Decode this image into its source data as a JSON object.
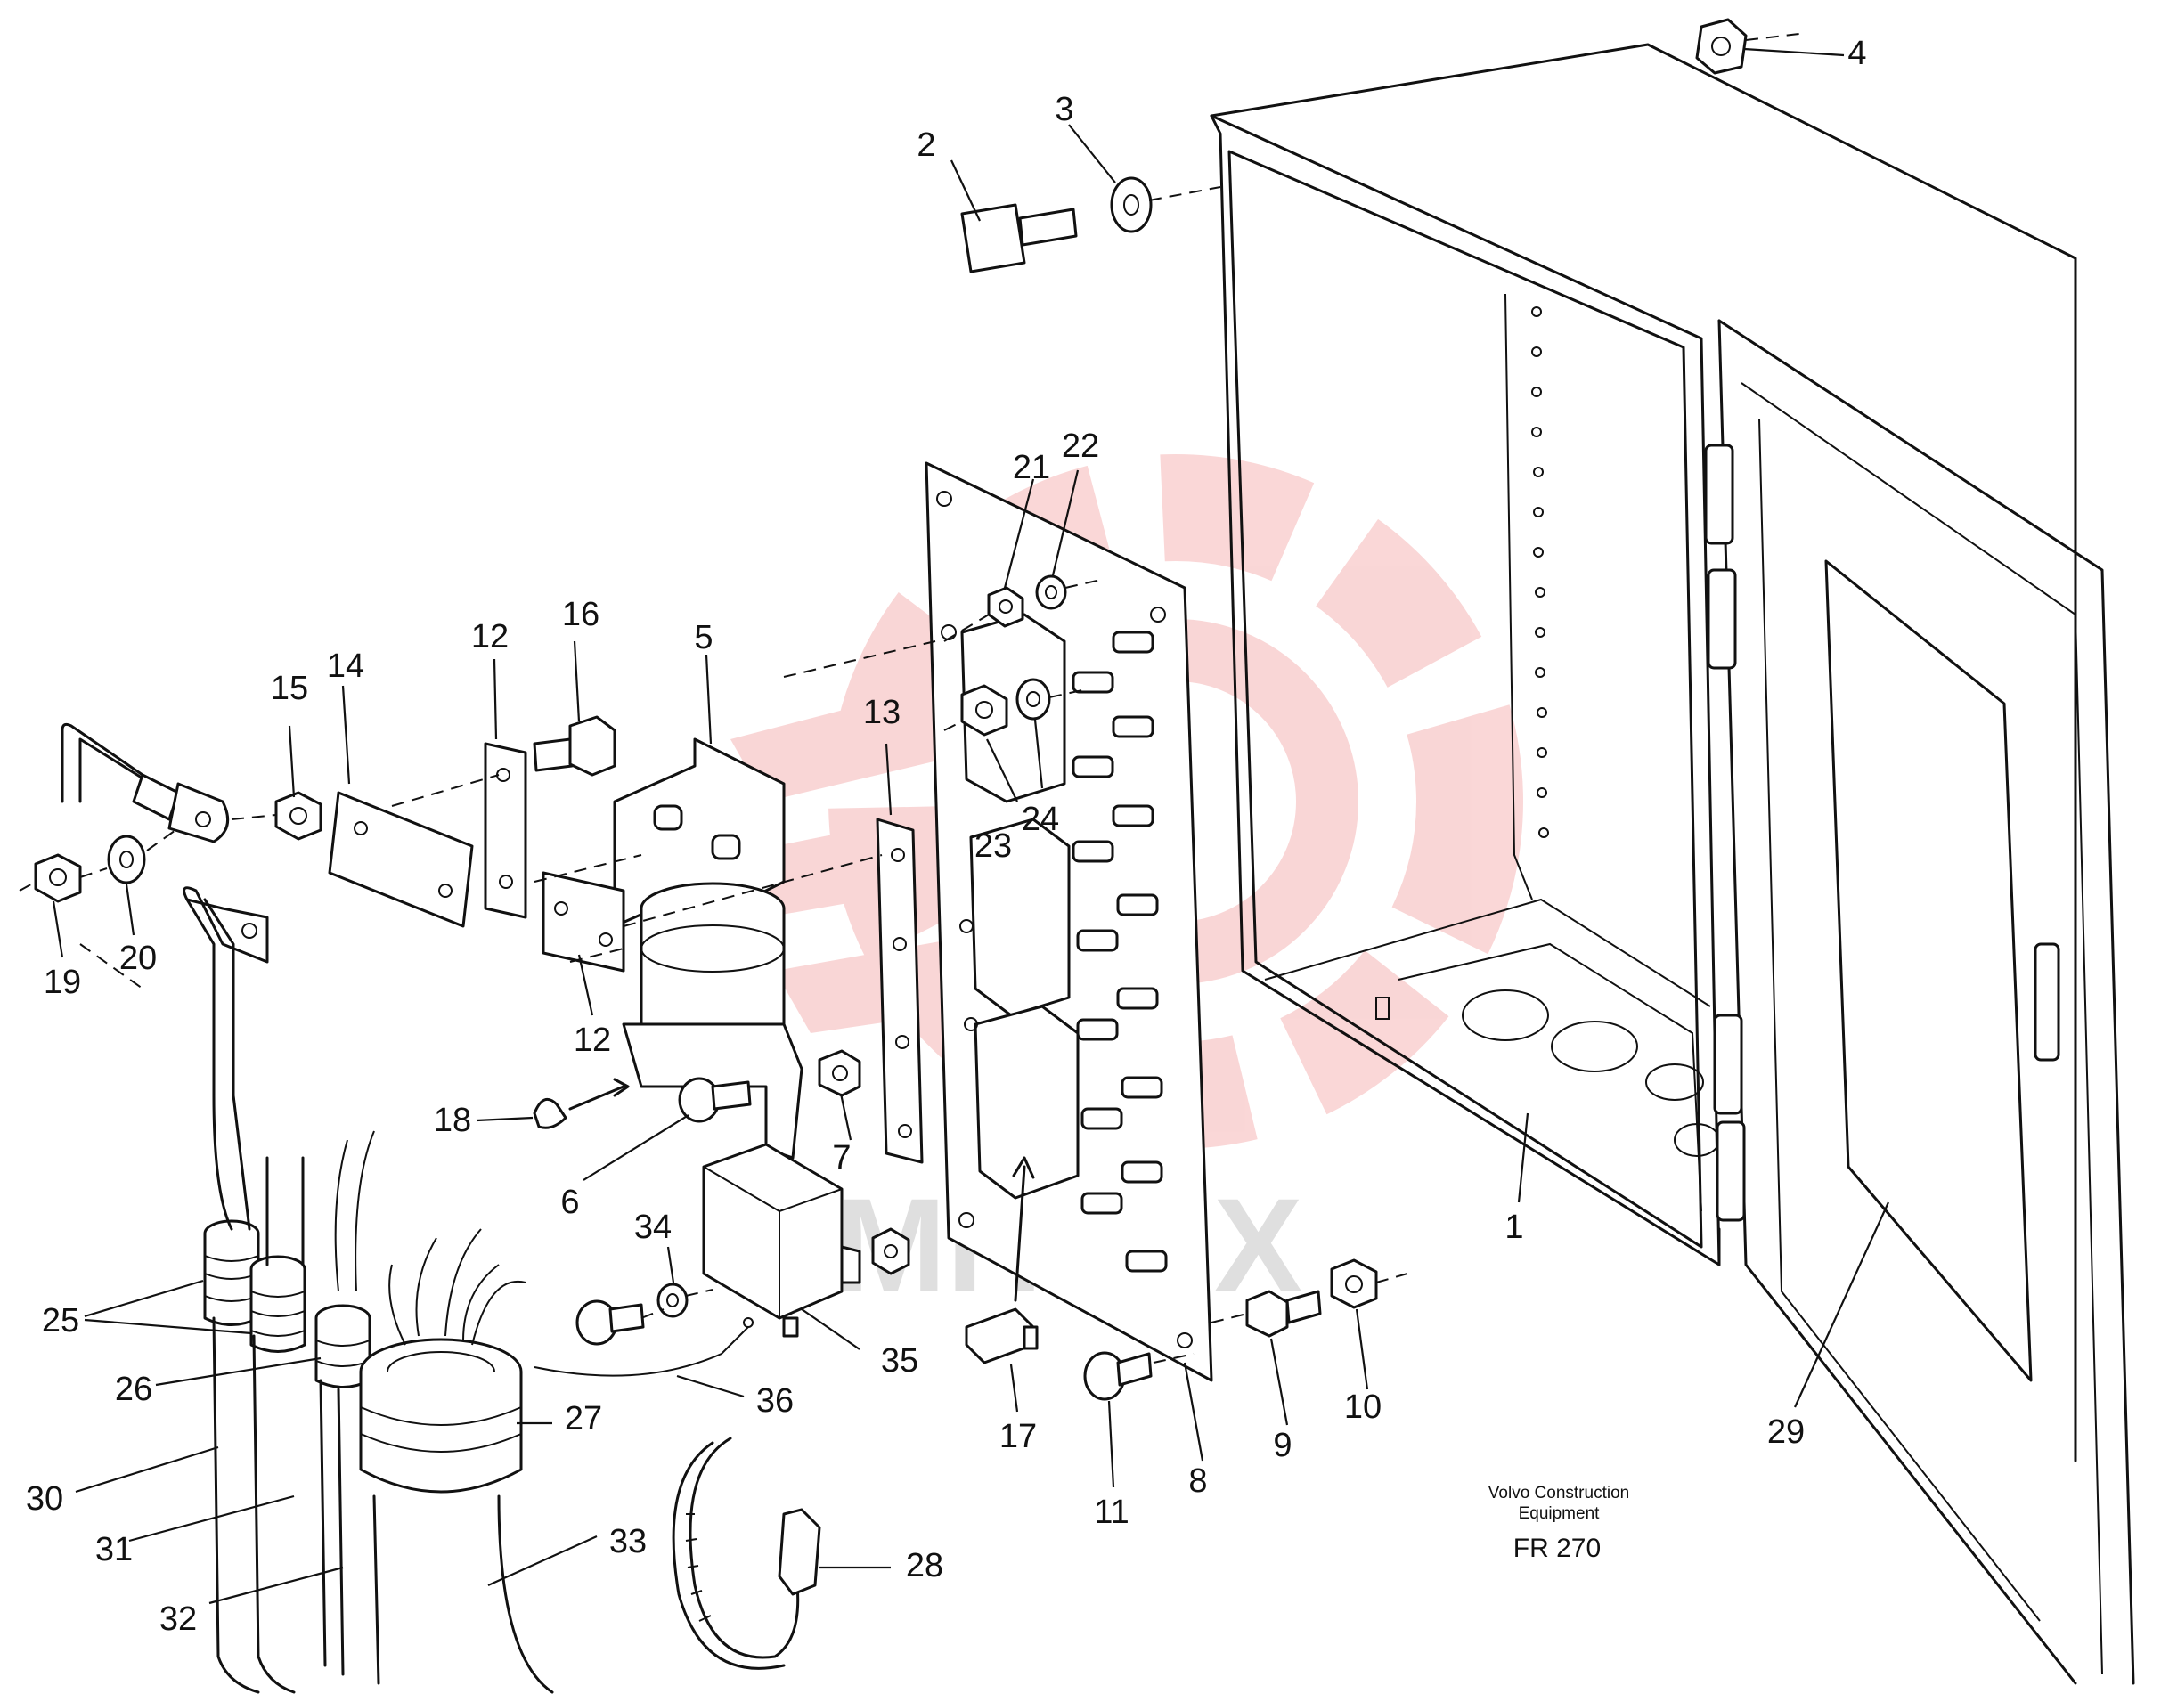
{
  "diagram": {
    "labels": [
      "1",
      "2",
      "3",
      "4",
      "5",
      "6",
      "7",
      "8",
      "9",
      "10",
      "11",
      "12",
      "12",
      "13",
      "14",
      "15",
      "16",
      "17",
      "18",
      "19",
      "20",
      "21",
      "22",
      "23",
      "24",
      "25",
      "26",
      "27",
      "28",
      "29",
      "30",
      "31",
      "32",
      "33",
      "34",
      "35",
      "36"
    ],
    "watermark": "МНТЕХ",
    "caption": {
      "line1": "Volvo Construction",
      "line2": "Equipment",
      "code": "FR 270"
    }
  }
}
